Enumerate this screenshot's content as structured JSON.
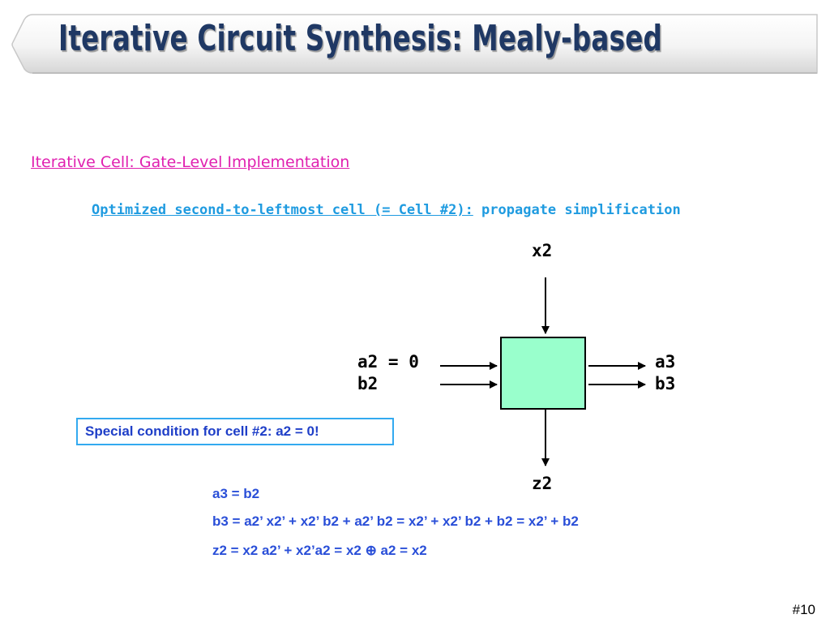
{
  "slide": {
    "title": "Iterative Circuit Synthesis:  Mealy-based",
    "section_heading": "Iterative Cell:  Gate-Level Implementation",
    "subheading_underlined": "Optimized second-to-leftmost cell (= Cell #2):",
    "subheading_rest": " propagate simplification",
    "page_number": "#10"
  },
  "diagram": {
    "cell_color": "#99ffcc",
    "input_top": "x2",
    "input_left_1": "a2 = 0",
    "input_left_2": "b2",
    "output_right_1": "a3",
    "output_right_2": "b3",
    "output_bottom": "z2"
  },
  "callout": {
    "text": "Special condition for cell #2:  a2 = 0!"
  },
  "equations": [
    "a3 = b2",
    "b3 = a2’ x2’ + x2’ b2  + a2’ b2 =  x2’ + x2’ b2 + b2 =   x2’ + b2",
    "z2 = x2 a2’ + x2’a2 =  x2 ⊕ a2 = x2"
  ]
}
